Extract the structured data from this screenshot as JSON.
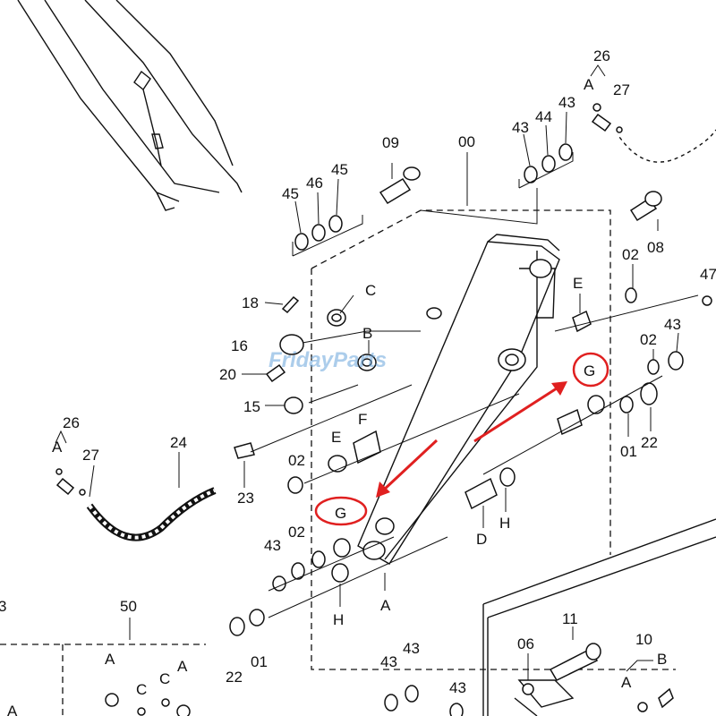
{
  "labels": {
    "l00": "00",
    "l09": "09",
    "l08": "08",
    "l45a": "45",
    "l46": "46",
    "l45b": "45",
    "l43a": "43",
    "l44": "44",
    "l43b": "43",
    "l26a": "26",
    "lA1": "A",
    "l27a": "27",
    "l47": "47",
    "l18": "18",
    "lC1": "C",
    "l16": "16",
    "lB1": "B",
    "l20": "20",
    "l15": "15",
    "lE1": "E",
    "l02a": "02",
    "lG1": "G",
    "l02b": "02",
    "l43c": "43",
    "l01a": "01",
    "l22a": "22",
    "l26b": "26",
    "lA2": "A",
    "l27b": "27",
    "l24": "24",
    "l23": "23",
    "lE2": "E",
    "lF": "F",
    "l02c": "02",
    "lG2": "G",
    "l43d": "43",
    "l02d": "02",
    "lH1": "H",
    "lD": "D",
    "lH2": "H",
    "lA3": "A",
    "l50": "50",
    "l3": "3",
    "l22b": "22",
    "l01b": "01",
    "l11": "11",
    "l06": "06",
    "l10": "10",
    "lA4": "A",
    "lB2": "B",
    "lA5": "A",
    "lC2": "C",
    "lC3": "C",
    "lA6": "A",
    "lA7": "A",
    "l43e": "43",
    "l43f": "43",
    "l43g": "43"
  },
  "watermark": "FridayParts",
  "highlight_color": "#e02020"
}
